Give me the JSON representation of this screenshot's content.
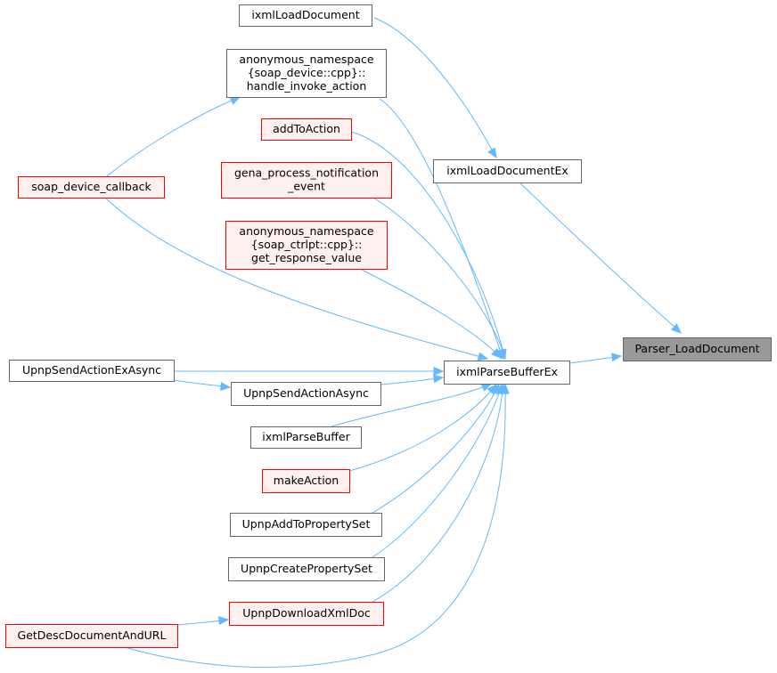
{
  "colors": {
    "edge": "#63b8ff",
    "node_normal_fill": "#ffffff",
    "node_normal_stroke": "#666666",
    "node_truncated_fill": "#fff0f0",
    "node_truncated_stroke": "#ff0000",
    "node_focus_fill": "#999999",
    "node_focus_stroke": "#666666"
  },
  "nodes": [
    {
      "id": "ixmlLoadDocument",
      "lines": [
        "ixmlLoadDocument"
      ],
      "style": "normal"
    },
    {
      "id": "handle_invoke_action",
      "lines": [
        "anonymous_namespace",
        "{soap_device::cpp}::",
        "handle_invoke_action"
      ],
      "style": "normal"
    },
    {
      "id": "addToAction",
      "lines": [
        "addToAction"
      ],
      "style": "truncated"
    },
    {
      "id": "gena_process_notification_event",
      "lines": [
        "gena_process_notification",
        "_event"
      ],
      "style": "truncated"
    },
    {
      "id": "get_response_value",
      "lines": [
        "anonymous_namespace",
        "{soap_ctrlpt::cpp}::",
        "get_response_value"
      ],
      "style": "truncated"
    },
    {
      "id": "soap_device_callback",
      "lines": [
        "soap_device_callback"
      ],
      "style": "truncated"
    },
    {
      "id": "ixmlLoadDocumentEx",
      "lines": [
        "ixmlLoadDocumentEx"
      ],
      "style": "normal"
    },
    {
      "id": "Parser_LoadDocument",
      "lines": [
        "Parser_LoadDocument"
      ],
      "style": "focus"
    },
    {
      "id": "ixmlParseBufferEx",
      "lines": [
        "ixmlParseBufferEx"
      ],
      "style": "normal"
    },
    {
      "id": "UpnpSendActionExAsync",
      "lines": [
        "UpnpSendActionExAsync"
      ],
      "style": "normal"
    },
    {
      "id": "UpnpSendActionAsync",
      "lines": [
        "UpnpSendActionAsync"
      ],
      "style": "normal"
    },
    {
      "id": "ixmlParseBuffer",
      "lines": [
        "ixmlParseBuffer"
      ],
      "style": "normal"
    },
    {
      "id": "makeAction",
      "lines": [
        "makeAction"
      ],
      "style": "truncated"
    },
    {
      "id": "UpnpAddToPropertySet",
      "lines": [
        "UpnpAddToPropertySet"
      ],
      "style": "normal"
    },
    {
      "id": "UpnpCreatePropertySet",
      "lines": [
        "UpnpCreatePropertySet"
      ],
      "style": "normal"
    },
    {
      "id": "UpnpDownloadXmlDoc",
      "lines": [
        "UpnpDownloadXmlDoc"
      ],
      "style": "truncated"
    },
    {
      "id": "GetDescDocumentAndURL",
      "lines": [
        "GetDescDocumentAndURL"
      ],
      "style": "truncated"
    }
  ],
  "edges": [
    {
      "from": "ixmlLoadDocument",
      "to": "ixmlLoadDocumentEx"
    },
    {
      "from": "ixmlLoadDocumentEx",
      "to": "Parser_LoadDocument"
    },
    {
      "from": "ixmlParseBufferEx",
      "to": "Parser_LoadDocument"
    },
    {
      "from": "handle_invoke_action",
      "to": "ixmlParseBufferEx"
    },
    {
      "from": "addToAction",
      "to": "ixmlParseBufferEx"
    },
    {
      "from": "gena_process_notification_event",
      "to": "ixmlParseBufferEx"
    },
    {
      "from": "get_response_value",
      "to": "ixmlParseBufferEx"
    },
    {
      "from": "soap_device_callback",
      "to": "handle_invoke_action"
    },
    {
      "from": "soap_device_callback",
      "to": "ixmlParseBufferEx"
    },
    {
      "from": "UpnpSendActionExAsync",
      "to": "ixmlParseBufferEx"
    },
    {
      "from": "UpnpSendActionExAsync",
      "to": "UpnpSendActionAsync"
    },
    {
      "from": "UpnpSendActionAsync",
      "to": "ixmlParseBufferEx"
    },
    {
      "from": "ixmlParseBuffer",
      "to": "ixmlParseBufferEx"
    },
    {
      "from": "makeAction",
      "to": "ixmlParseBufferEx"
    },
    {
      "from": "UpnpAddToPropertySet",
      "to": "ixmlParseBufferEx"
    },
    {
      "from": "UpnpCreatePropertySet",
      "to": "ixmlParseBufferEx"
    },
    {
      "from": "UpnpDownloadXmlDoc",
      "to": "ixmlParseBufferEx"
    },
    {
      "from": "GetDescDocumentAndURL",
      "to": "UpnpDownloadXmlDoc"
    },
    {
      "from": "GetDescDocumentAndURL",
      "to": "ixmlParseBufferEx"
    }
  ]
}
